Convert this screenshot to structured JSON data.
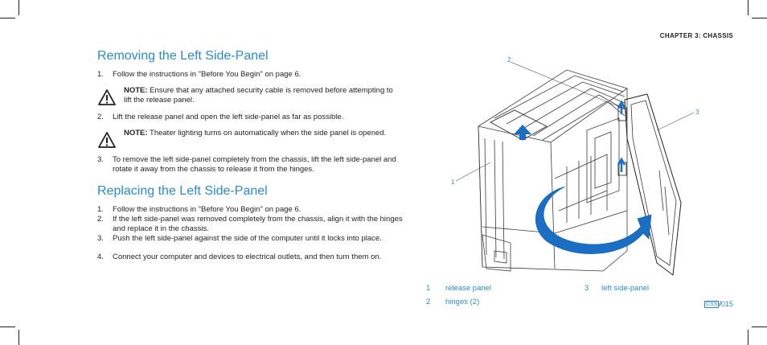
{
  "header": {
    "chapter": "CHAPTER 3: CHASSIS"
  },
  "removing": {
    "title": "Removing the Left Side-Panel",
    "steps": [
      {
        "num": "1.",
        "text": "Follow the instructions in \"Before You Begin\" on page 6."
      },
      {
        "num": "2.",
        "text": "Lift the release panel and open the left side-panel as far as possible."
      },
      {
        "num": "3.",
        "text": "To remove the left side-panel completely from the chassis, lift the left side-panel and rotate it away from the chassis to release it from the hinges."
      }
    ],
    "note1": {
      "label": "NOTE:",
      "text": " Ensure that any attached security cable is removed before attempting to lift the release panel."
    },
    "note2": {
      "label": "NOTE:",
      "text": " Theater lighting turns on automatically when the side panel is opened."
    }
  },
  "replacing": {
    "title": "Replacing the Left Side-Panel",
    "steps": [
      {
        "num": "1.",
        "text": "Follow the instructions in \"Before You Begin\" on page 6."
      },
      {
        "num": "2.",
        "text": "If the left side-panel was removed completely from the chassis, align it with the hinges and replace it in the chassis."
      },
      {
        "num": "3.",
        "text": "Push the left side-panel against the side of the computer until it locks into place."
      },
      {
        "num": "4.",
        "text": "Connect your computer and devices to electrical outlets, and then turn them on."
      }
    ]
  },
  "figure": {
    "callouts": [
      "1",
      "2",
      "3"
    ],
    "legend": [
      {
        "num": "1",
        "label": "release panel"
      },
      {
        "num": "2",
        "label": "hinges (2)"
      },
      {
        "num": "3",
        "label": "left side-panel"
      }
    ]
  },
  "footer": {
    "logo": "CSS",
    "separator": "/",
    "page": "015"
  },
  "colors": {
    "accent": "#2a8bd1",
    "text": "#231f20",
    "arrow": "#1a6fc4"
  }
}
